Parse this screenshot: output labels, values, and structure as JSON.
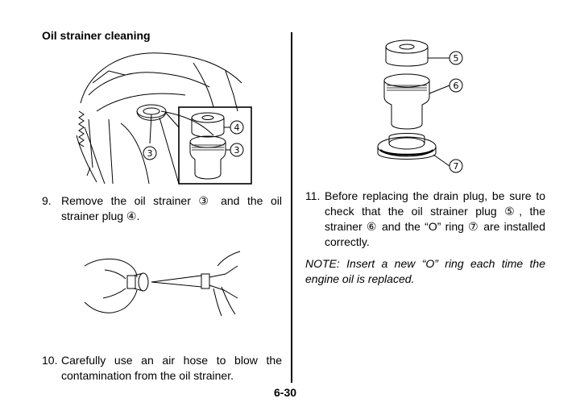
{
  "section_title": "Oil strainer cleaning",
  "steps": [
    {
      "number": "9.",
      "text": "Remove the oil strainer ③ and the oil strainer plug ④."
    },
    {
      "number": "10.",
      "text": "Carefully use an air hose to blow the contamination from the oil strainer."
    },
    {
      "number": "11.",
      "text": "Before replacing the drain plug, be sure to check that the oil strainer plug ⑤, the strainer ⑥ and the “O” ring ⑦ are installed correctly."
    }
  ],
  "note": "NOTE: Insert a new “O” ring each time the engine oil is replaced.",
  "page_number": "6-30",
  "figure1_callouts": [
    "③",
    "④",
    "③"
  ],
  "figure3_callouts": [
    "⑤",
    "⑥",
    "⑦"
  ]
}
